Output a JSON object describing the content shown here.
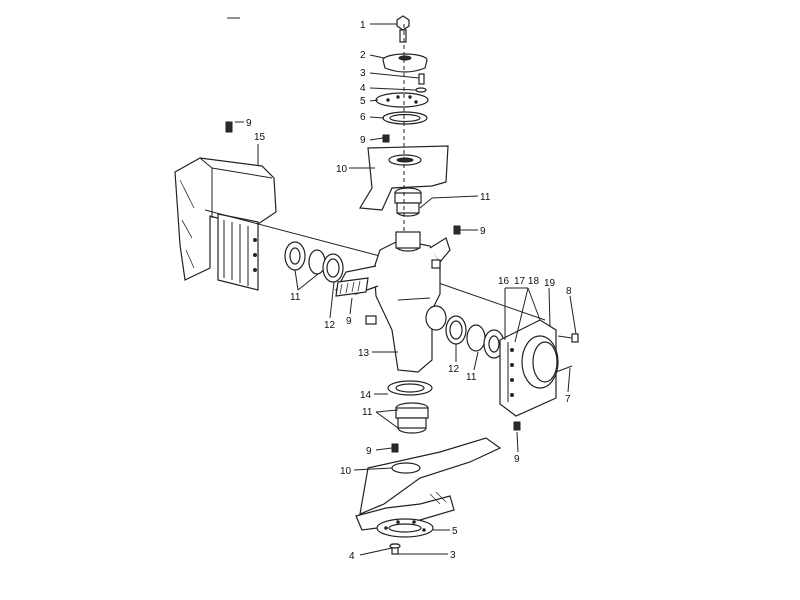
{
  "callouts": [
    {
      "id": "c1",
      "text": "1"
    },
    {
      "id": "c2",
      "text": "2"
    },
    {
      "id": "c3",
      "text": "3"
    },
    {
      "id": "c4",
      "text": "4"
    },
    {
      "id": "c5",
      "text": "5"
    },
    {
      "id": "c6",
      "text": "6"
    },
    {
      "id": "c9a",
      "text": "9"
    },
    {
      "id": "c10a",
      "text": "10"
    },
    {
      "id": "c11a",
      "text": "11"
    },
    {
      "id": "c9b",
      "text": "9"
    },
    {
      "id": "c15",
      "text": "15"
    },
    {
      "id": "c9c",
      "text": "9"
    },
    {
      "id": "c11b",
      "text": "11"
    },
    {
      "id": "c12a",
      "text": "12"
    },
    {
      "id": "c9d",
      "text": "9"
    },
    {
      "id": "c13",
      "text": "13"
    },
    {
      "id": "c16",
      "text": "16"
    },
    {
      "id": "c1718",
      "text": "17 18"
    },
    {
      "id": "c19",
      "text": "19"
    },
    {
      "id": "c8",
      "text": "8"
    },
    {
      "id": "c7",
      "text": "7"
    },
    {
      "id": "c12b",
      "text": "12"
    },
    {
      "id": "c11c",
      "text": "11"
    },
    {
      "id": "c14",
      "text": "14"
    },
    {
      "id": "c11d",
      "text": "11"
    },
    {
      "id": "c9e",
      "text": "9"
    },
    {
      "id": "c9f",
      "text": "9"
    },
    {
      "id": "c10b",
      "text": "10"
    },
    {
      "id": "c5b",
      "text": "5"
    },
    {
      "id": "c4b",
      "text": "4"
    },
    {
      "id": "c3b",
      "text": "3"
    }
  ]
}
